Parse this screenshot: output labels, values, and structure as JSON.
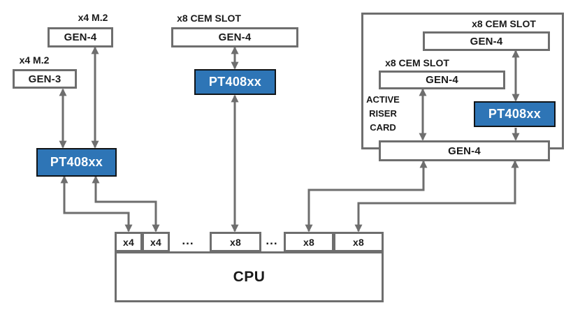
{
  "colors": {
    "chip_blue": "#2E75B6",
    "wire_gray": "#6E6E6E",
    "box_border_gray": "#6E6E6E",
    "text_black": "#1A1A1A",
    "chip_text": "#FFFFFF",
    "background": "#FFFFFF"
  },
  "left_cluster": {
    "m2_gen4_tag": "x4 M.2",
    "m2_gen4_label": "GEN-4",
    "m2_gen3_tag": "x4 M.2",
    "m2_gen3_label": "GEN-3",
    "switch_label": "PT408xx"
  },
  "middle_cluster": {
    "cem_tag": "x8 CEM SLOT",
    "cem_label": "GEN-4",
    "switch_label": "PT408xx"
  },
  "riser_cluster": {
    "caption_lines": [
      "ACTIVE",
      "RISER",
      "CARD"
    ],
    "top_cem_tag": "x8 CEM SLOT",
    "top_cem_label": "GEN-4",
    "left_cem_tag": "x8 CEM SLOT",
    "left_cem_label": "GEN-4",
    "switch_label": "PT408xx",
    "edge_label": "GEN-4"
  },
  "cpu": {
    "label": "CPU",
    "ports": [
      "x4",
      "x4",
      "x8",
      "x8",
      "x8"
    ],
    "ellipsis": "..."
  }
}
